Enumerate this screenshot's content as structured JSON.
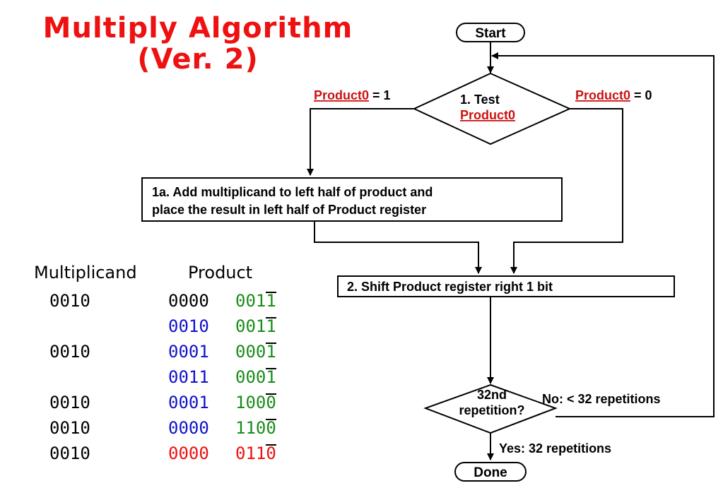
{
  "title": {
    "line1": "Multiply Algorithm",
    "line2": "(Ver. 2)"
  },
  "flow": {
    "start": "Start",
    "test_line1": "1. Test",
    "test_line2": "Product0",
    "branch_left_var": "Product0",
    "branch_left_rest": " = 1",
    "branch_right_var": "Product0",
    "branch_right_rest": " = 0",
    "add_line1": "1a. Add multiplicand to left half of product and",
    "add_line2": "place the result in left half of Product register",
    "shift": "2. Shift Product register right 1 bit",
    "rep_line1": "32nd",
    "rep_line2": "repetition?",
    "no_label": "No: < 32 repetitions",
    "yes_label": "Yes: 32 repetitions",
    "done": "Done"
  },
  "table": {
    "header_multiplicand": "Multiplicand",
    "header_product": "Product",
    "rows": [
      {
        "multiplicand": "0010",
        "left": "0000",
        "left_color": "#000000",
        "right": "0011",
        "right_color": "#1a8c1a",
        "overline_index": 3
      },
      {
        "multiplicand": "",
        "left": "0010",
        "left_color": "#1111cc",
        "right": "0011",
        "right_color": "#1a8c1a",
        "overline_index": 3
      },
      {
        "multiplicand": "0010",
        "left": "0001",
        "left_color": "#1111cc",
        "right": "0001",
        "right_color": "#1a8c1a",
        "overline_index": 3
      },
      {
        "multiplicand": "",
        "left": "0011",
        "left_color": "#1111cc",
        "right": "0001",
        "right_color": "#1a8c1a",
        "overline_index": 3
      },
      {
        "multiplicand": "0010",
        "left": "0001",
        "left_color": "#1111cc",
        "right": "1000",
        "right_color": "#1a8c1a",
        "overline_index": 3
      },
      {
        "multiplicand": "0010",
        "left": "0000",
        "left_color": "#1111cc",
        "right": "1100",
        "right_color": "#1a8c1a",
        "overline_index": 3
      },
      {
        "multiplicand": "0010",
        "left": "0000",
        "left_color": "#ee1111",
        "right": "0110",
        "right_color": "#ee1111",
        "overline_index": 3
      }
    ]
  },
  "colors": {
    "title": "#ee1111",
    "variable": "#cc1111",
    "line": "#000000"
  }
}
